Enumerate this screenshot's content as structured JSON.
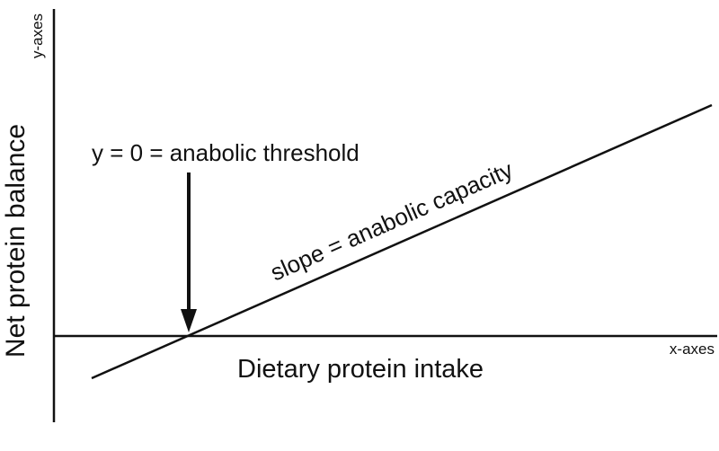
{
  "y_axis": {
    "tag": "y-axes",
    "label": "Net protein balance"
  },
  "x_axis": {
    "tag": "x-axes",
    "label": "Dietary protein intake"
  },
  "annotations": {
    "threshold": "y = 0 = anabolic threshold",
    "slope": "slope = anabolic capacity"
  }
}
